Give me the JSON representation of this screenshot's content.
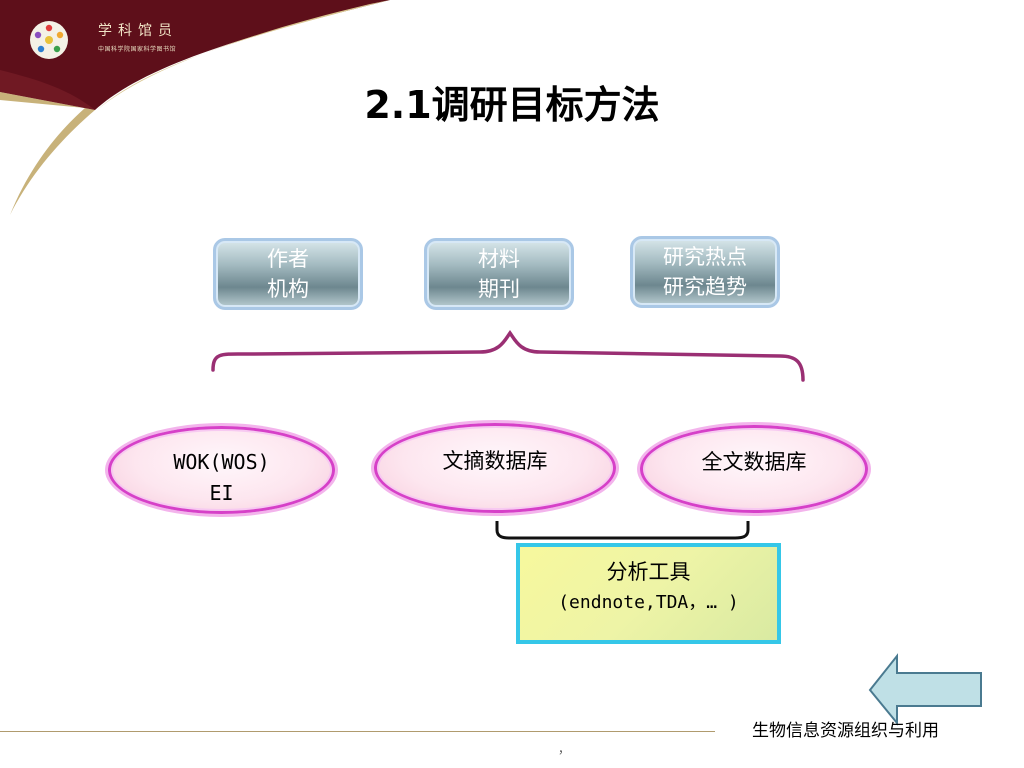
{
  "header": {
    "logo_title": "学科馆员",
    "logo_subtitle": "中国科学院国家科学图书馆"
  },
  "slide": {
    "title": "2.1调研目标方法",
    "top_boxes": [
      {
        "line1": "作者",
        "line2": "机构"
      },
      {
        "line1": "材料",
        "line2": "期刊"
      },
      {
        "line1": "研究热点",
        "line2": "研究趋势"
      }
    ],
    "databases": [
      {
        "line1": "WOK(WOS)",
        "line2": "EI"
      },
      {
        "line1": "文摘数据库"
      },
      {
        "line1": "全文数据库"
      }
    ],
    "tool_box": {
      "line1": "分析工具",
      "line2": "(endnote,TDA，… )"
    }
  },
  "footer": {
    "course_name": "生物信息资源组织与利用",
    "page_mark": "，"
  },
  "colors": {
    "maroon": "#5e0f1a",
    "gold": "#c8b27a",
    "ellipse_border": "#d640c8",
    "bracket": "#9a2f73",
    "tool_border": "#35c7e8",
    "arrow_fill": "#bfe0e6"
  }
}
